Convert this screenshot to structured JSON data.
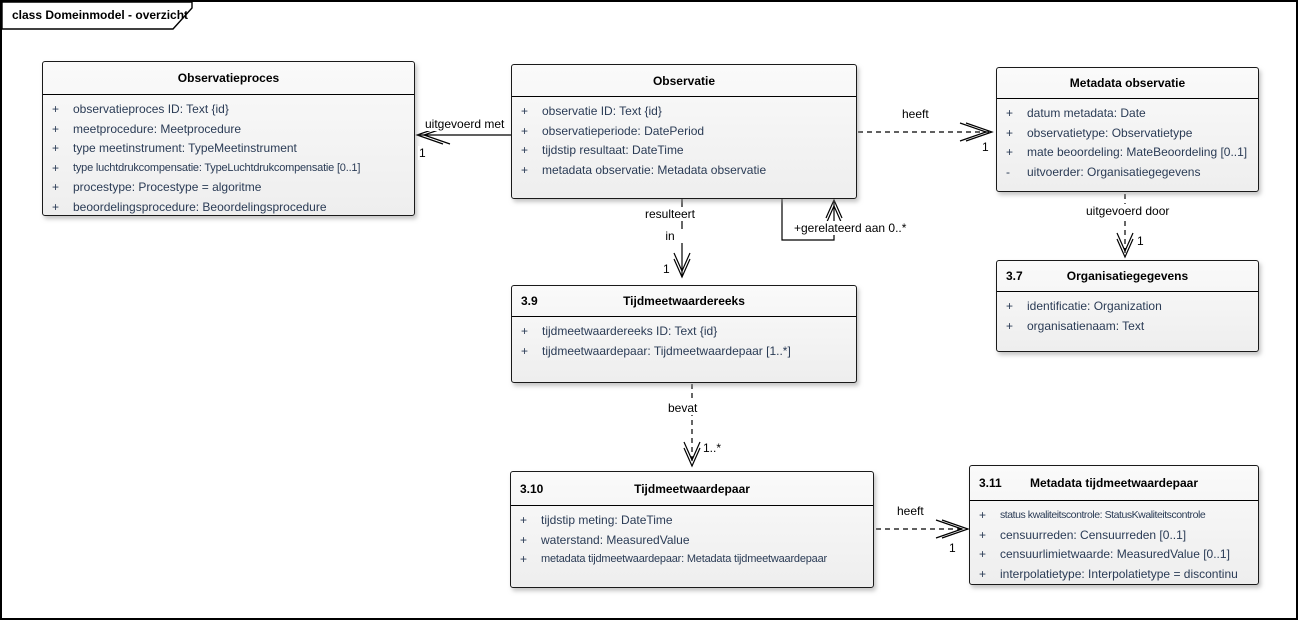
{
  "frame": {
    "title": "class Domeinmodel - overzicht"
  },
  "colors": {
    "attribute_text": "#2a3b55",
    "box_border": "#1a1a1a",
    "line": "#000000",
    "box_fill_top": "#fafafa",
    "box_fill_bottom": "#eeeeee"
  },
  "classes": [
    {
      "number": "",
      "title": "Observatieproces",
      "attributes": [
        {
          "vis": "+",
          "text": "observatieproces ID: Text {id}"
        },
        {
          "vis": "+",
          "text": "meetprocedure: Meetprocedure"
        },
        {
          "vis": "+",
          "text": "type meetinstrument: TypeMeetinstrument"
        },
        {
          "vis": "+",
          "text": "type luchtdrukcompensatie: TypeLuchtdrukcompensatie [0..1]"
        },
        {
          "vis": "+",
          "text": "procestype: Procestype = algoritme"
        },
        {
          "vis": "+",
          "text": "beoordelingsprocedure: Beoordelingsprocedure"
        }
      ]
    },
    {
      "number": "",
      "title": "Observatie",
      "attributes": [
        {
          "vis": "+",
          "text": "observatie ID: Text {id}"
        },
        {
          "vis": "+",
          "text": "observatieperiode: DatePeriod"
        },
        {
          "vis": "+",
          "text": "tijdstip resultaat: DateTime"
        },
        {
          "vis": "+",
          "text": "metadata observatie: Metadata observatie"
        }
      ]
    },
    {
      "number": "",
      "title": "Metadata observatie",
      "attributes": [
        {
          "vis": "+",
          "text": "datum metadata: Date"
        },
        {
          "vis": "+",
          "text": "observatietype: Observatietype"
        },
        {
          "vis": "+",
          "text": "mate beoordeling: MateBeoordeling [0..1]"
        },
        {
          "vis": "-",
          "text": "uitvoerder: Organisatiegegevens"
        }
      ]
    },
    {
      "number": "3.7",
      "title": "Organisatiegegevens",
      "attributes": [
        {
          "vis": "+",
          "text": "identificatie: Organization"
        },
        {
          "vis": "+",
          "text": "organisatienaam: Text"
        }
      ]
    },
    {
      "number": "3.9",
      "title": "Tijdmeetwaardereeks",
      "attributes": [
        {
          "vis": "+",
          "text": "tijdmeetwaardereeks ID: Text {id}"
        },
        {
          "vis": "+",
          "text": "tijdmeetwaardepaar: Tijdmeetwaardepaar [1..*]"
        }
      ]
    },
    {
      "number": "3.10",
      "title": "Tijdmeetwaardepaar",
      "attributes": [
        {
          "vis": "+",
          "text": "tijdstip meting: DateTime"
        },
        {
          "vis": "+",
          "text": "waterstand: MeasuredValue"
        },
        {
          "vis": "+",
          "text": "metadata tijdmeetwaardepaar: Metadata tijdmeetwaardepaar"
        }
      ]
    },
    {
      "number": "3.11",
      "title": "Metadata tijdmeetwaardepaar",
      "attributes": [
        {
          "vis": "+",
          "text": "status kwaliteitscontrole: StatusKwaliteitscontrole"
        },
        {
          "vis": "+",
          "text": "censuurreden: Censuurreden [0..1]"
        },
        {
          "vis": "+",
          "text": "censuurlimietwaarde: MeasuredValue [0..1]"
        },
        {
          "vis": "+",
          "text": "interpolatietype: Interpolatietype = discontinu"
        }
      ]
    }
  ],
  "connectors": {
    "uitgevoerd_met": {
      "label": "uitgevoerd met",
      "mult": "1"
    },
    "heeft_top": {
      "label": "heeft",
      "mult": "1"
    },
    "resulteert_in": {
      "label_line1": "resulteert",
      "label_line2": "in",
      "mult": "1"
    },
    "gerelateerd_aan": {
      "label": "+gerelateerd aan 0..*"
    },
    "uitgevoerd_door": {
      "label": "uitgevoerd door",
      "mult": "1"
    },
    "bevat": {
      "label": "bevat",
      "mult": "1..*"
    },
    "heeft_onder": {
      "label": "heeft",
      "mult": "1"
    }
  }
}
